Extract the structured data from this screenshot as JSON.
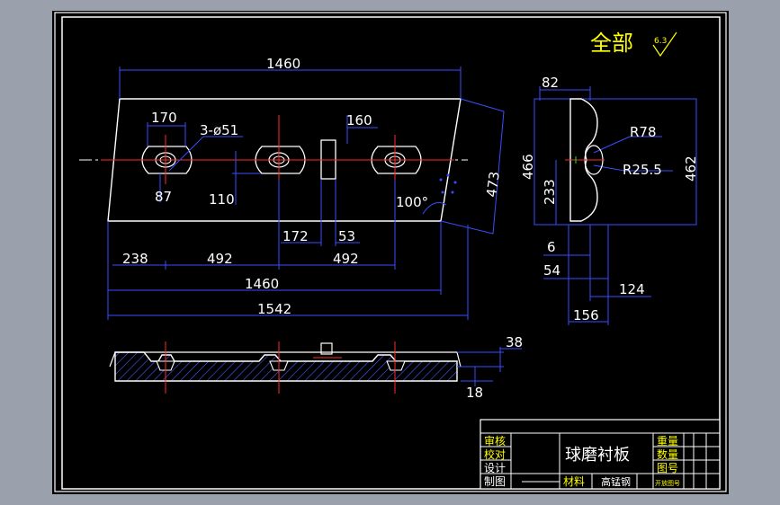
{
  "drawing": {
    "title_header": "全部",
    "roughness_value": "6.3",
    "dimensions": {
      "overall_length_top": "1460",
      "slot_width": "170",
      "holes": "3-ø51",
      "lifter_width": "160",
      "slot_height": "87",
      "slot_offset": "110",
      "edge_angle": "100°",
      "side_length": "473",
      "left_offset": "238",
      "hole_spacing_1": "492",
      "lifter_to_hole": "172",
      "lifter_thickness": "53",
      "hole_spacing_2": "492",
      "overall_length_mid": "1460",
      "overall_length_bottom": "1542",
      "side_top_width": "82",
      "side_height_left": "466",
      "side_height_right": "462",
      "groove_depth": "233",
      "radius_outer": "R78",
      "radius_inner": "R25.5",
      "dim_6": "6",
      "dim_54": "54",
      "dim_124": "124",
      "dim_156": "156",
      "section_height": "38",
      "section_thickness": "18"
    }
  },
  "title_block": {
    "review": "审核",
    "proofread": "校对",
    "design": "设计",
    "draw": "制图",
    "part_name": "球磨衬板",
    "material_label": "材料",
    "material_value": "高锰钢",
    "weight": "重量",
    "quantity": "数量",
    "drawing_no": "图号",
    "small_note": "开放图号"
  },
  "colors": {
    "frame_border": "#ffffff",
    "part_line": "#ffffff",
    "dimension_line": "#3a4dff",
    "center_line": "#ff2a2a",
    "yellow_text": "#ffff00",
    "hatch": "#4a5cff"
  }
}
